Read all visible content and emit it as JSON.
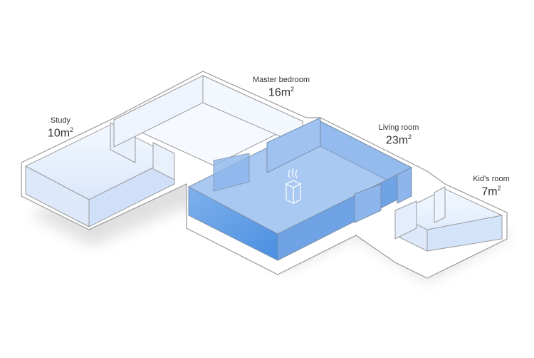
{
  "rooms": [
    {
      "name": "Study",
      "area": "10m",
      "unit_sup": "2"
    },
    {
      "name": "Master bedroom",
      "area": "16m",
      "unit_sup": "2"
    },
    {
      "name": "Living room",
      "area": "23m",
      "unit_sup": "2"
    },
    {
      "name": "Kid's room",
      "area": "7m",
      "unit_sup": "2"
    }
  ],
  "highlighted_room": "Living room",
  "colors": {
    "highlight": "#4a90e2",
    "room_tint": "#e3eefc",
    "outline": "#9a9a9a"
  }
}
